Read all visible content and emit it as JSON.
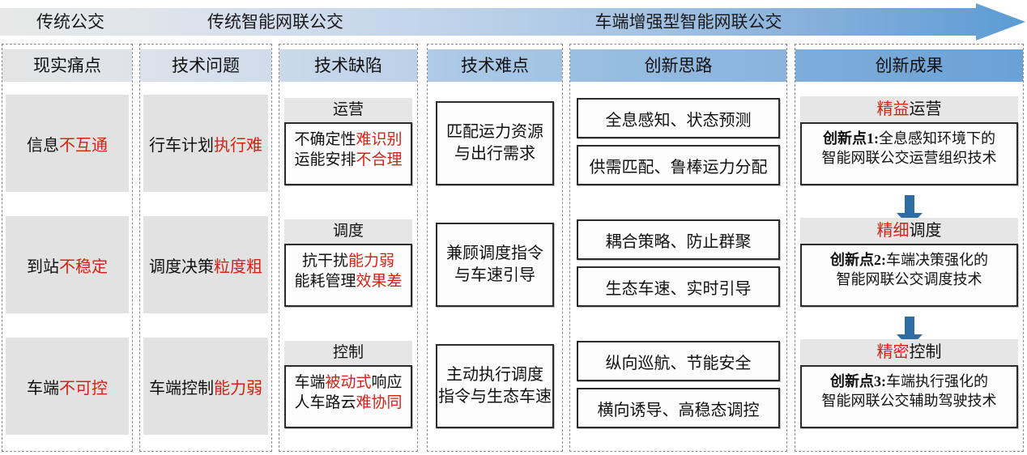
{
  "figure": {
    "type": "process-maturity-diagram",
    "accent_blue": "#5B9BD5",
    "highlight_red": "#D32216",
    "band_gray": "#E2E2E2"
  },
  "top_band": {
    "arrow_direction": "right",
    "stages": [
      {
        "label": "传统公交"
      },
      {
        "label": "传统智能网联公交"
      },
      {
        "label": "车端增强型智能网联公交"
      }
    ]
  },
  "columns": [
    {
      "key": "pain",
      "header": "现实痛点"
    },
    {
      "key": "tech_issue",
      "header": "技术问题"
    },
    {
      "key": "tech_defect",
      "header": "技术缺陷"
    },
    {
      "key": "tech_diff",
      "header": "技术难点"
    },
    {
      "key": "innov_idea",
      "header": "创新思路"
    },
    {
      "key": "innov_result",
      "header": "创新成果"
    }
  ],
  "rows": [
    {
      "pain": {
        "plain": "信息",
        "red": "不互通"
      },
      "tech_issue": {
        "plain": "行车计划",
        "red": "执行难"
      },
      "tech_defect": {
        "caption": "运营",
        "lines": [
          {
            "plain": "不确定性",
            "red": "难识别"
          },
          {
            "plain": "运能安排",
            "red": "不合理"
          }
        ]
      },
      "tech_diff": {
        "lines": [
          "匹配运力资源",
          "与出行需求"
        ]
      },
      "innov_idea": [
        "全息感知、状态预测",
        "供需匹配、鲁棒运力分配"
      ],
      "innov_result": {
        "caption_red": "精益",
        "caption_plain": "运营",
        "lines": [
          "创新点1:全息感知环境下的",
          "智能网联公交运营组织技术"
        ],
        "line_bold_prefix": "创新点1:"
      }
    },
    {
      "pain": {
        "plain": "到站",
        "red": "不稳定"
      },
      "tech_issue": {
        "plain": "调度决策",
        "red": "粒度粗"
      },
      "tech_defect": {
        "caption": "调度",
        "lines": [
          {
            "plain": "抗干扰",
            "red": "能力弱"
          },
          {
            "plain": "能耗管理",
            "red": "效果差"
          }
        ]
      },
      "tech_diff": {
        "lines": [
          "兼顾调度指令",
          "与车速引导"
        ]
      },
      "innov_idea": [
        "耦合策略、防止群聚",
        "生态车速、实时引导"
      ],
      "innov_result": {
        "caption_red": "精细",
        "caption_plain": "调度",
        "lines": [
          "创新点2:车端决策强化的",
          "智能网联公交调度技术"
        ],
        "line_bold_prefix": "创新点2:"
      }
    },
    {
      "pain": {
        "plain": "车端",
        "red": "不可控"
      },
      "tech_issue": {
        "plain": "车端控制",
        "red": "能力弱"
      },
      "tech_defect": {
        "caption": "控制",
        "lines": [
          {
            "plain": "车端",
            "red": "被动式",
            "tail": "响应"
          },
          {
            "plain": "人车路云",
            "red": "难协同"
          }
        ]
      },
      "tech_diff": {
        "lines": [
          "主动执行调度",
          "指令与生态车速"
        ]
      },
      "innov_idea": [
        "纵向巡航、节能安全",
        "横向诱导、高稳态调控"
      ],
      "innov_result": {
        "caption_red": "精密",
        "caption_plain": "控制",
        "lines": [
          "创新点3:车端执行强化的",
          "智能网联公交辅助驾驶技术"
        ],
        "line_bold_prefix": "创新点3:"
      }
    }
  ],
  "connectors": {
    "down_arrow_1_to_2": "down-arrow",
    "down_arrow_2_to_3": "down-arrow"
  }
}
